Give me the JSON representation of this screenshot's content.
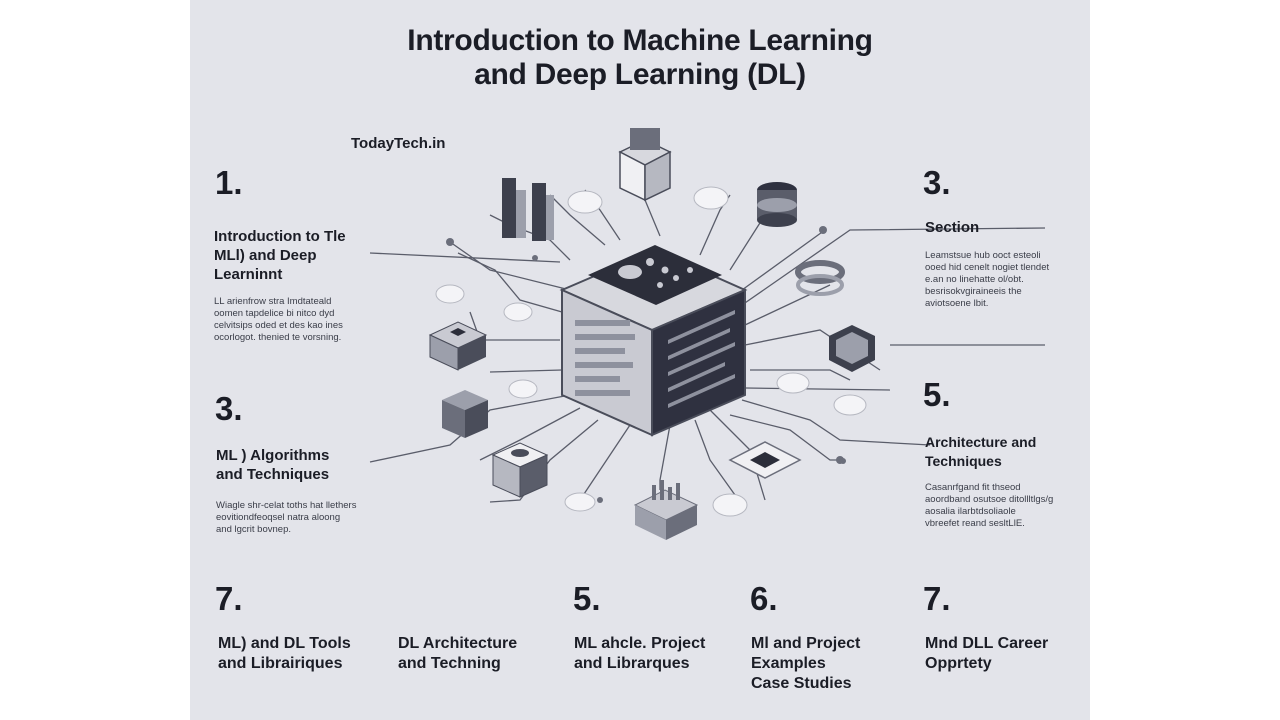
{
  "title_line1": "Introduction to Machine Learning",
  "title_line2": "and Deep Learning (DL)",
  "brand": "TodayTech.in",
  "left_sections": [
    {
      "number": "1.",
      "heading": "Introduction to Tle\nMLl) and Deep\nLearninnt",
      "body": "LL arienfrow stra Imdtateald\noomen tapdelice bi nitco dyd\ncelvitsips oded et des kao ines\nocorlogot. thenied te vorsning."
    },
    {
      "number": "3.",
      "heading": "ML ) Algorithms\nand Techniques",
      "body": "Wiagle shr-celat toths hat llethers\neovitiondfeoqsel natra aloong\nand lgcrit bovnep."
    }
  ],
  "right_sections": [
    {
      "number": "3.",
      "heading": "Section",
      "body": "Leamstsue hub ooct esteoli\nooed hid cenelt nogiet tlendet\ne.an no linehatte ol/obt.\nbesrisokvgiraineeis the\naviotsoene lbit."
    },
    {
      "number": "5.",
      "heading": "Architecture and\nTechniques",
      "body": "Casanrfgand fit thseod\naoordband osutsoe ditollltlgs/g\naosalia ilarbtdsoliaole\nvbreefet reand sesltLlE."
    }
  ],
  "bottom_sections": [
    {
      "number": "7.",
      "heading": "ML) and DL Tools\nand Librairiques"
    },
    {
      "number": "",
      "heading": "DL Architecture\nand Techning"
    },
    {
      "number": "5.",
      "heading": "ML ahcle. Project\nand Librarques"
    },
    {
      "number": "6.",
      "heading": "Ml and Project\nExamples\n Case Studies"
    },
    {
      "number": "7.",
      "heading": "Mnd DLL Career\nOpprtety"
    }
  ],
  "colors": {
    "background": "#e3e4ea",
    "cube_top": "#2c2e3a",
    "cube_side": "#545867",
    "line": "#5a5d6a"
  }
}
